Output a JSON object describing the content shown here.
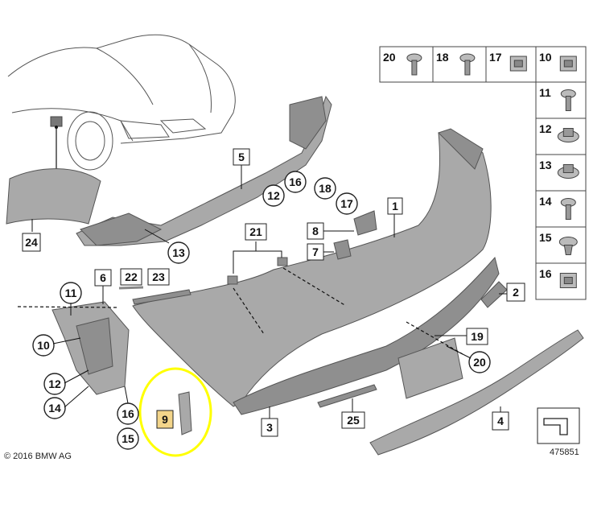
{
  "copyright": "© 2016 BMW AG",
  "diagram_number": "475851",
  "highlight_color": "#ffff00",
  "highlight_label_bg": "#f3d58a",
  "parts_grid": [
    {
      "id": "20",
      "icon": "screw-icon"
    },
    {
      "id": "18",
      "icon": "screw-icon"
    },
    {
      "id": "17",
      "icon": "clip-nut-icon"
    },
    {
      "id": "10",
      "icon": "clip-nut-icon"
    },
    {
      "id": "11",
      "icon": "screw-icon"
    },
    {
      "id": "12",
      "icon": "nut-icon"
    },
    {
      "id": "13",
      "icon": "nut-icon"
    },
    {
      "id": "14",
      "icon": "screw-icon"
    },
    {
      "id": "15",
      "icon": "rivet-icon"
    },
    {
      "id": "16",
      "icon": "clip-nut-icon"
    }
  ],
  "callouts": {
    "p1": "1",
    "p2": "2",
    "p3": "3",
    "p4": "4",
    "p5": "5",
    "p6": "6",
    "p7": "7",
    "p8": "8",
    "p9": "9",
    "p10": "10",
    "p11": "11",
    "p12a": "12",
    "p12b": "12",
    "p13": "13",
    "p14": "14",
    "p15": "15",
    "p16a": "16",
    "p16b": "16",
    "p17": "17",
    "p18": "18",
    "p19": "19",
    "p20": "20",
    "p21": "21",
    "p22": "22",
    "p23": "23",
    "p24": "24",
    "p25": "25"
  }
}
